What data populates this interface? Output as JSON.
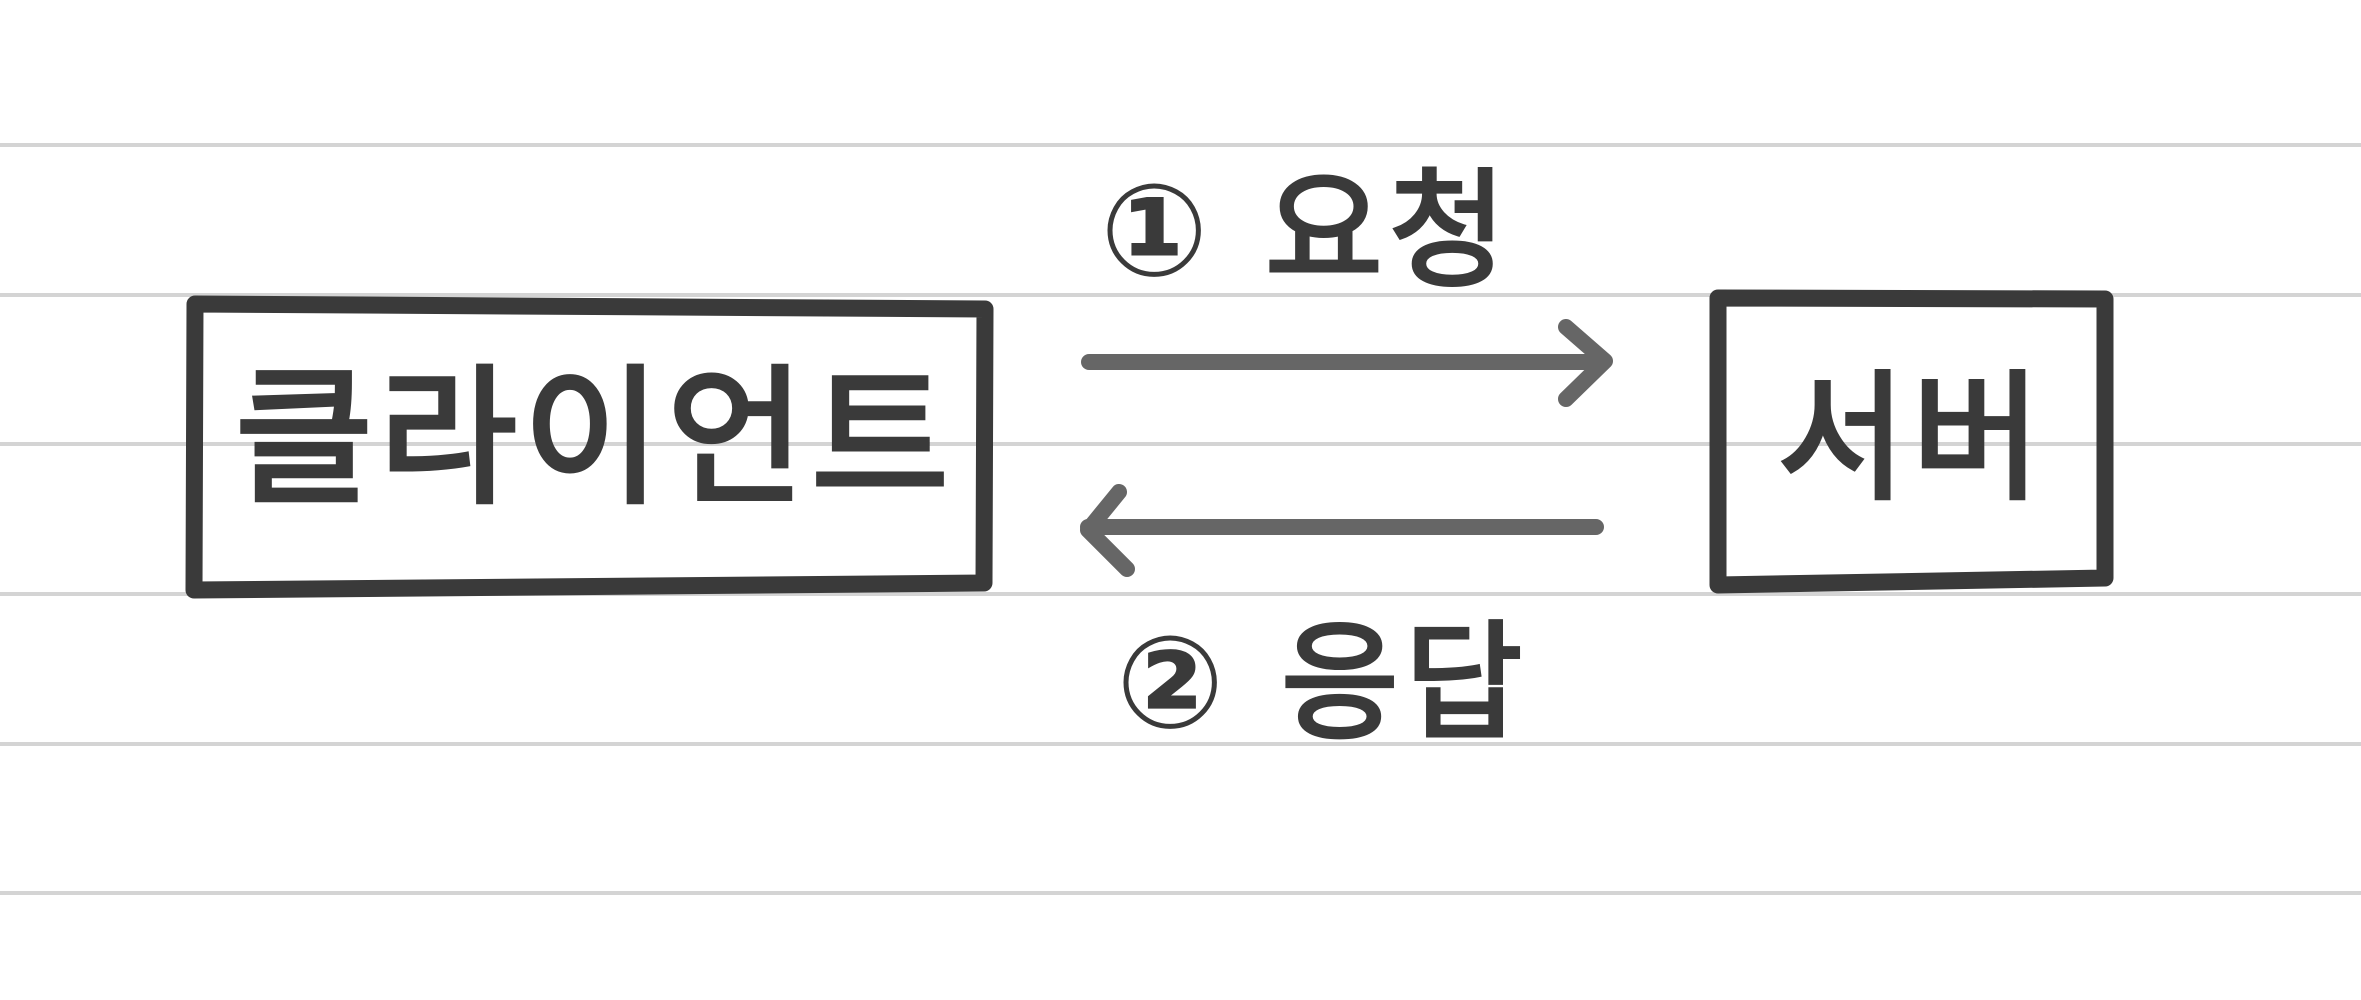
{
  "diagram": {
    "client_label": "클라이언트",
    "server_label": "서버",
    "request_label": "① 요청",
    "response_label": "② 응답"
  },
  "colors": {
    "box_stroke": "#3a3a3a",
    "arrow_stroke": "#666666",
    "ruled_line": "#d4d4d4",
    "text": "#3a3a3a",
    "background": "#ffffff"
  }
}
